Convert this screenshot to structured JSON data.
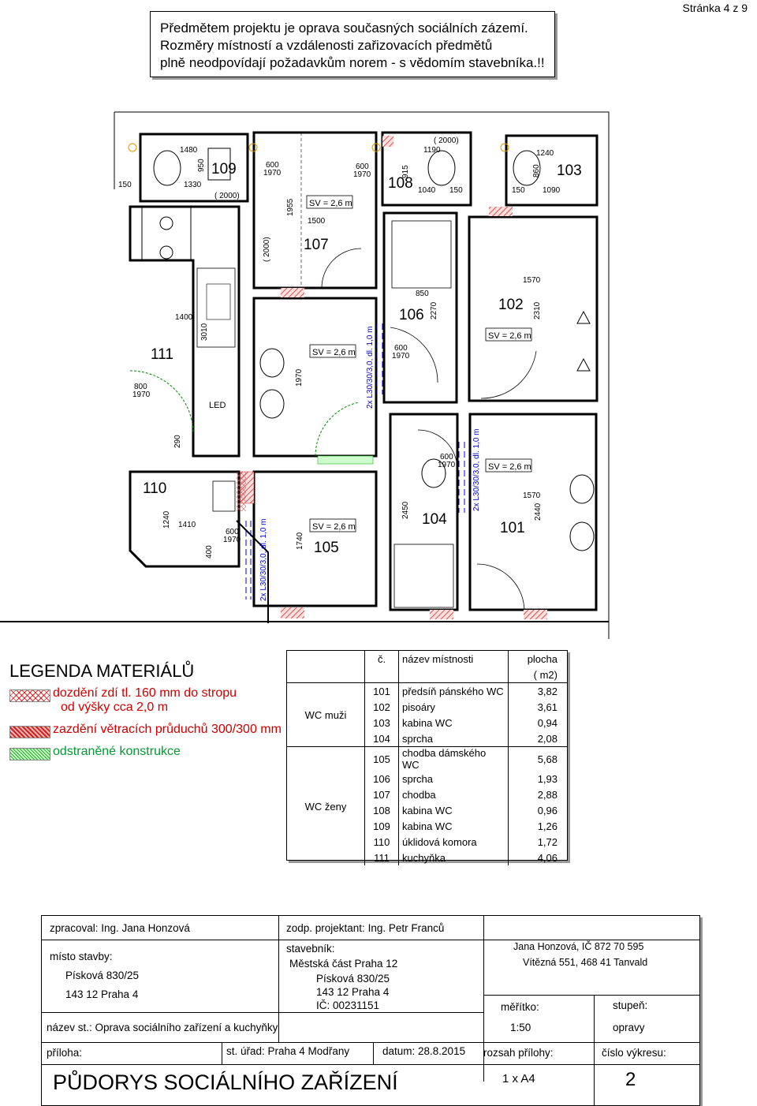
{
  "page_number": "Stránka 4 z 9",
  "notice": {
    "lines": [
      "Předmětem projektu je oprava současných sociálních zázemí.",
      "Rozměry místností a vzdálenosti zařizovacích předmětů",
      "plně neodpovídají požadavkům norem - s vědomím stavebníka.!!"
    ]
  },
  "plan": {
    "rooms": [
      "101",
      "102",
      "103",
      "104",
      "105",
      "106",
      "107",
      "108",
      "109",
      "110",
      "111"
    ],
    "sv_label": "SV = 2,6 m",
    "pipe_label": "2x L30/30/3,0, dl. 1,0 m",
    "led_label": "LED",
    "door_600": "600",
    "door_1970": "1970",
    "door_800": "800",
    "dims": [
      "1480",
      "950",
      "1330",
      "150",
      "( 2000)",
      "1955",
      "1500",
      "( 2000)",
      "1190",
      "915",
      "1040",
      "150",
      "( 2000)",
      "1240",
      "860",
      "150",
      "1090",
      "1570",
      "2310",
      "850",
      "2270",
      "1400",
      "3010",
      "1970",
      "290",
      "2450",
      "1570",
      "2440",
      "1240",
      "1410",
      "400",
      "1740"
    ]
  },
  "legend": {
    "title": "LEGENDA MATERIÁLŮ",
    "items": [
      {
        "line1": "dozdění zdí tl. 160 mm do stropu",
        "line2": "od výšky cca 2,0 m"
      },
      {
        "line1": "zazdění větracích průduchů 300/300 mm"
      },
      {
        "line1": "odstraněné konstrukce"
      }
    ]
  },
  "rooms_table": {
    "header": {
      "num": "č.",
      "name": "název místnosti",
      "area": "plocha",
      "unit": "( m2)"
    },
    "group_men": "WC muži",
    "group_women": "WC ženy",
    "rows": [
      {
        "num": "101",
        "name": "předsíň pánského WC",
        "area": "3,82"
      },
      {
        "num": "102",
        "name": "pisoáry",
        "area": "3,61"
      },
      {
        "num": "103",
        "name": "kabina WC",
        "area": "0,94"
      },
      {
        "num": "104",
        "name": "sprcha",
        "area": "2,08"
      },
      {
        "num": "105",
        "name": "chodba dámského WC",
        "area": "5,68"
      },
      {
        "num": "106",
        "name": "sprcha",
        "area": "1,93"
      },
      {
        "num": "107",
        "name": "chodba",
        "area": "2,88"
      },
      {
        "num": "108",
        "name": "kabina WC",
        "area": "0,96"
      },
      {
        "num": "109",
        "name": "kabina WC",
        "area": "1,26"
      },
      {
        "num": "110",
        "name": "úklidová komora",
        "area": "1,72"
      },
      {
        "num": "111",
        "name": "kuchyňka",
        "area": "4,06"
      }
    ]
  },
  "title_block": {
    "zpracoval": "zpracoval: Ing. Jana Honzová",
    "zodp": "zodp. projektant: Ing. Petr Franců",
    "misto_label": "místo stavby:",
    "misto_line1": "Písková 830/25",
    "misto_line2": "143 12 Praha 4",
    "stavebnik_label": "stavebník:",
    "stavebnik_line1": "Městská část Praha 12",
    "stavebnik_line2": "Písková 830/25",
    "stavebnik_line3": "143 12 Praha 4",
    "stavebnik_line4": "IČ: 00231151",
    "author_line1": "Jana Honzová, IČ 872 70 595",
    "author_line2": "Vítězná 551, 468 41 Tanvald",
    "meritko_label": "měřítko:",
    "meritko_value": "1:50",
    "stupen_label": "stupeň:",
    "stupen_value": "opravy",
    "nazev": "název st.: Oprava sociálního zařízení a kuchyňky",
    "priloha_label": "příloha:",
    "urad": "st. úřad: Praha 4 Modřany",
    "datum": "datum: 28.8.2015",
    "rozsah_label": "rozsah přílohy:",
    "rozsah_value": "1 x A4",
    "cislo_label": "číslo výkresu:",
    "cislo_value": "2",
    "drawing_title": "PŮDORYS SOCIÁLNÍHO ZAŘÍZENÍ"
  }
}
